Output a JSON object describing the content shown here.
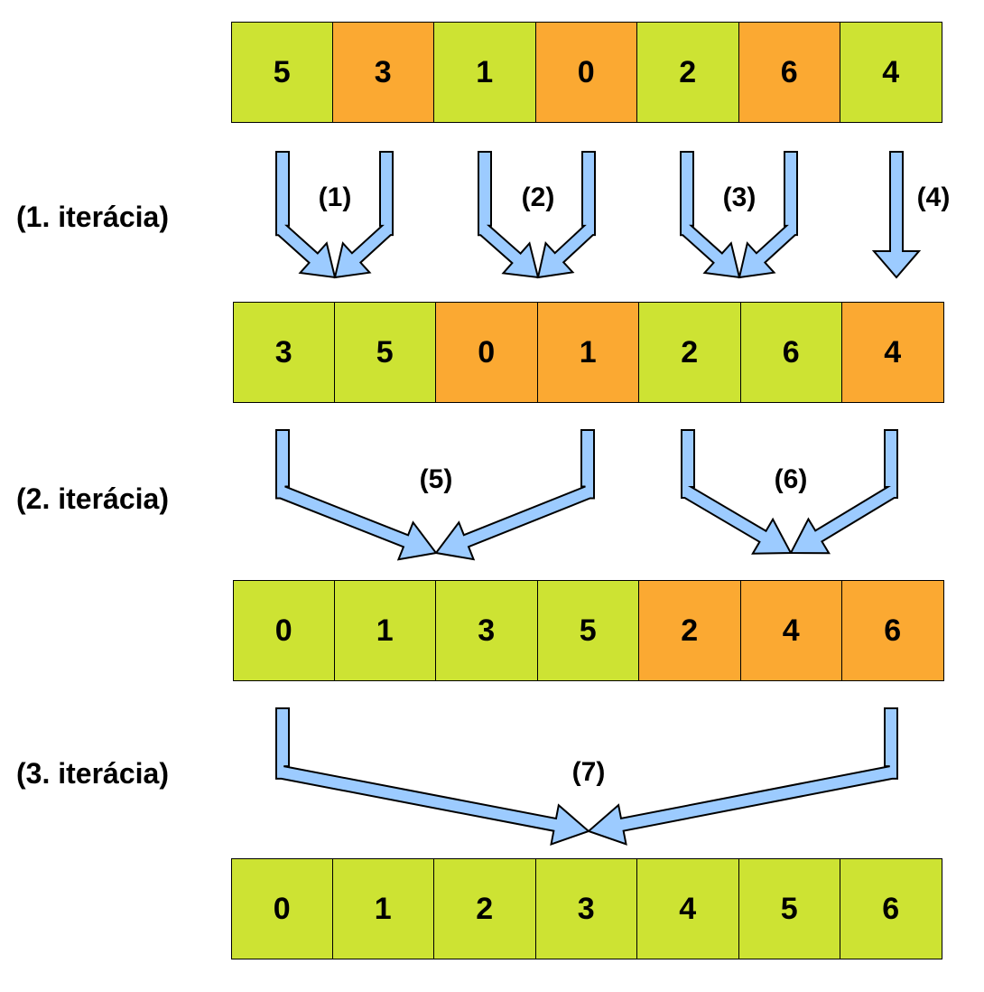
{
  "colors": {
    "green": "#cde333",
    "orange": "#fba932",
    "arrow": "#9ccbff"
  },
  "rows": [
    {
      "cells": [
        {
          "v": "5",
          "c": "green"
        },
        {
          "v": "3",
          "c": "orange"
        },
        {
          "v": "1",
          "c": "green"
        },
        {
          "v": "0",
          "c": "orange"
        },
        {
          "v": "2",
          "c": "green"
        },
        {
          "v": "6",
          "c": "orange"
        },
        {
          "v": "4",
          "c": "green"
        }
      ]
    },
    {
      "cells": [
        {
          "v": "3",
          "c": "green"
        },
        {
          "v": "5",
          "c": "green"
        },
        {
          "v": "0",
          "c": "orange"
        },
        {
          "v": "1",
          "c": "orange"
        },
        {
          "v": "2",
          "c": "green"
        },
        {
          "v": "6",
          "c": "green"
        },
        {
          "v": "4",
          "c": "orange"
        }
      ]
    },
    {
      "cells": [
        {
          "v": "0",
          "c": "green"
        },
        {
          "v": "1",
          "c": "green"
        },
        {
          "v": "3",
          "c": "green"
        },
        {
          "v": "5",
          "c": "green"
        },
        {
          "v": "2",
          "c": "orange"
        },
        {
          "v": "4",
          "c": "orange"
        },
        {
          "v": "6",
          "c": "orange"
        }
      ]
    },
    {
      "cells": [
        {
          "v": "0",
          "c": "green"
        },
        {
          "v": "1",
          "c": "green"
        },
        {
          "v": "2",
          "c": "green"
        },
        {
          "v": "3",
          "c": "green"
        },
        {
          "v": "4",
          "c": "green"
        },
        {
          "v": "5",
          "c": "green"
        },
        {
          "v": "6",
          "c": "green"
        }
      ]
    }
  ],
  "iterations": [
    "(1. iterácia)",
    "(2. iterácia)",
    "(3. iterácia)"
  ],
  "steps": [
    "(1)",
    "(2)",
    "(3)",
    "(4)",
    "(5)",
    "(6)",
    "(7)"
  ]
}
